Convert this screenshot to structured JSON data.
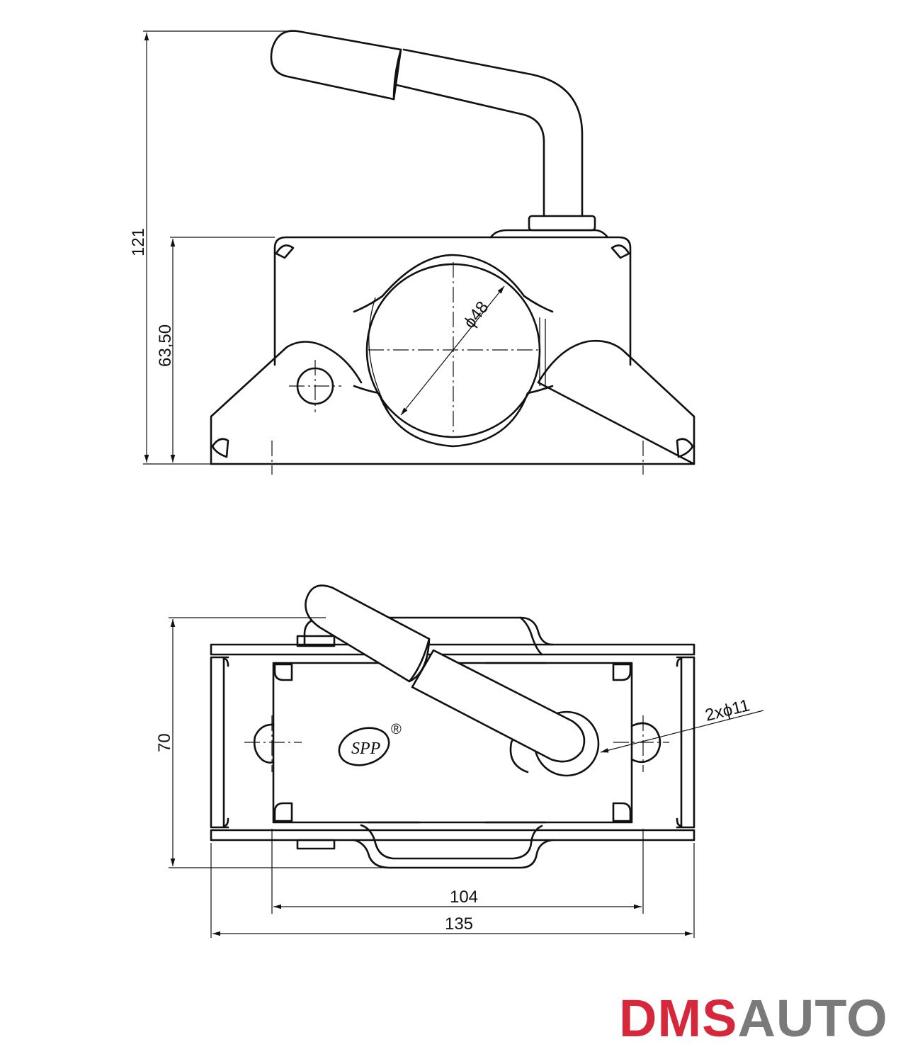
{
  "dimensions": {
    "total_height": "121",
    "body_height": "63,50",
    "tube_diameter": "ϕ48",
    "width": "70",
    "hole_spacing": "104",
    "total_length": "135",
    "holes": "2xϕ11"
  },
  "logo": {
    "mark": "SPP",
    "registered": "®"
  },
  "brand": {
    "part1": "DMS",
    "part2": "AUTO",
    "color1": "#d6283a",
    "color2": "#7a7a7a"
  }
}
